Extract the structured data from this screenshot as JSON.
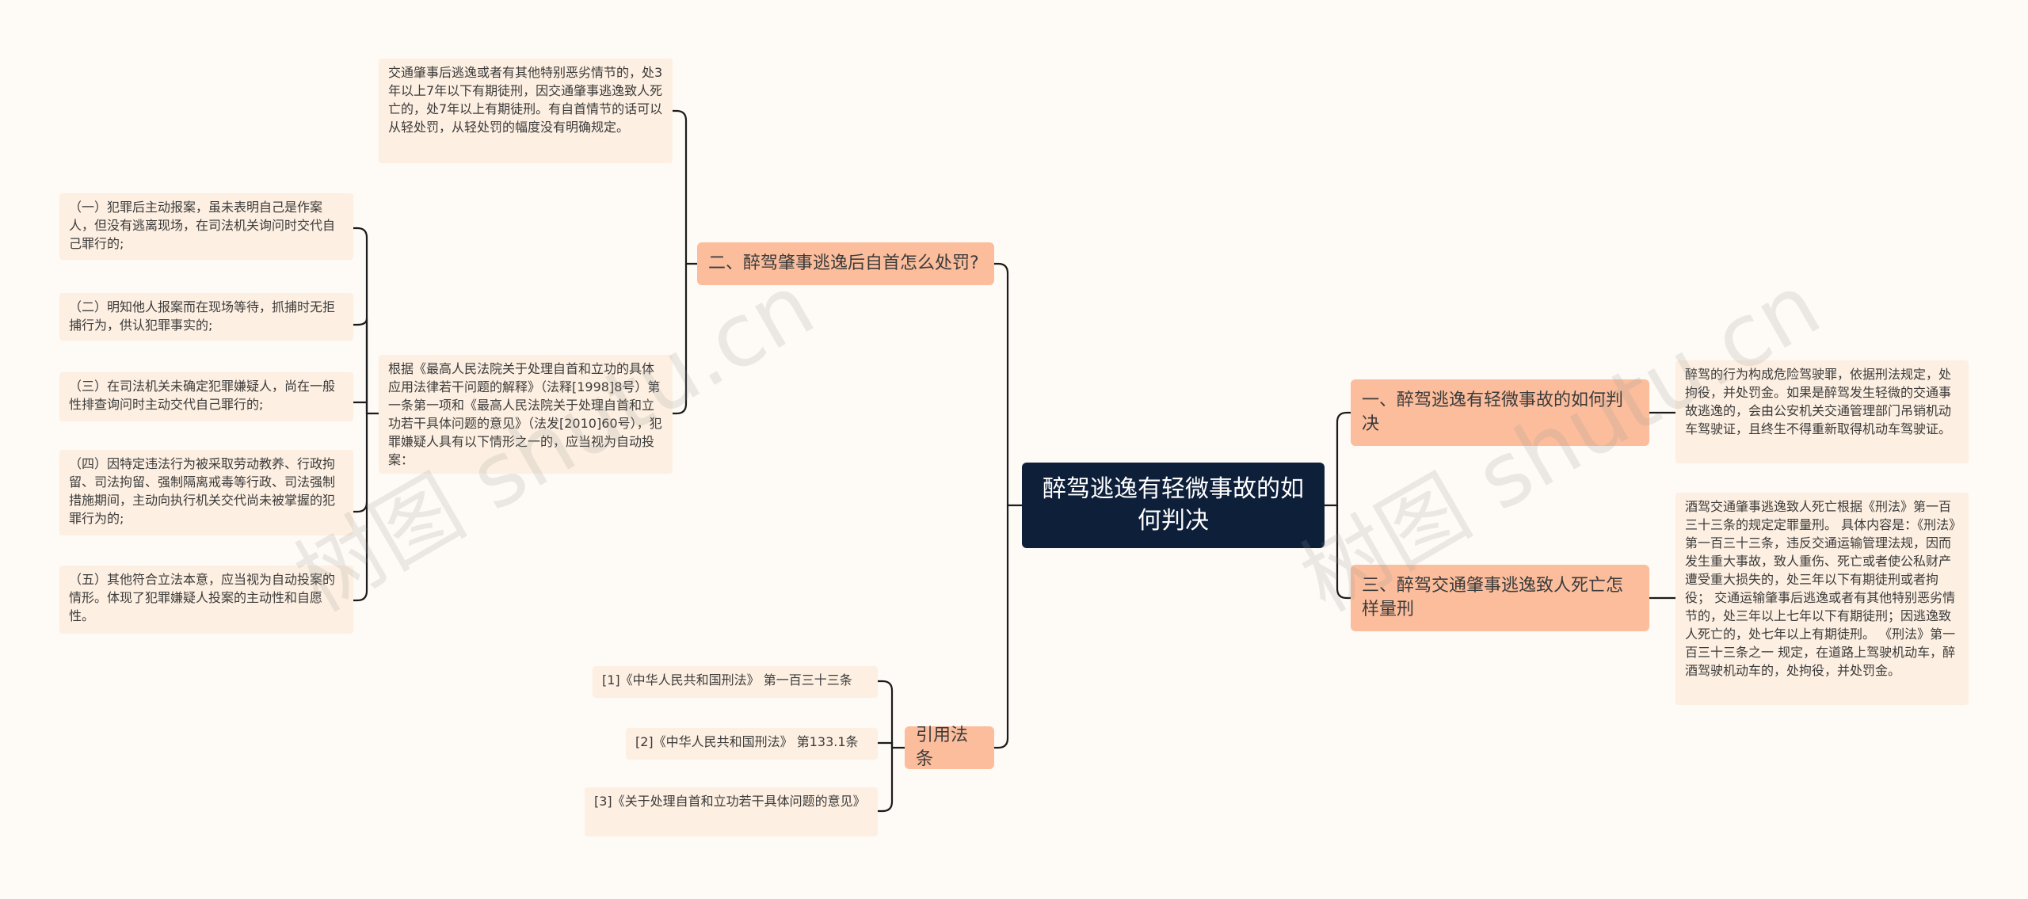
{
  "root": {
    "title": "醉驾逃逸有轻微事故的如何判决"
  },
  "branches": {
    "b1": {
      "title": "一、醉驾逃逸有轻微事故的如何判决",
      "leaf": "醉驾的行为构成危险驾驶罪，依据刑法规定，处拘役，并处罚金。如果是醉驾发生轻微的交通事故逃逸的，会由公安机关交通管理部门吊销机动车驾驶证，且终生不得重新取得机动车驾驶证。"
    },
    "b2": {
      "title": "二、醉驾肇事逃逸后自首怎么处罚?",
      "leaf_top": "交通肇事后逃逸或者有其他特别恶劣情节的，处3年以上7年以下有期徒刑，因交通肇事逃逸致人死亡的，处7年以上有期徒刑。有自首情节的话可以从轻处罚，从轻处罚的幅度没有明确规定。",
      "leaf_mid": "根据《最高人民法院关于处理自首和立功的具体应用法律若干问题的解释》（法释[1998]8号）第一条第一项和《最高人民法院关于处理自首和立功若干具体问题的意见》（法发[2010]60号），犯罪嫌疑人具有以下情形之一的，应当视为自动投案：",
      "sub": [
        "（一）犯罪后主动报案，虽未表明自己是作案人，但没有逃离现场，在司法机关询问时交代自己罪行的;",
        "（二）明知他人报案而在现场等待，抓捕时无拒捕行为，供认犯罪事实的;",
        "（三）在司法机关未确定犯罪嫌疑人，尚在一般性排查询问时主动交代自己罪行的;",
        "（四）因特定违法行为被采取劳动教养、行政拘留、司法拘留、强制隔离戒毒等行政、司法强制措施期间，主动向执行机关交代尚未被掌握的犯罪行为的;",
        "（五）其他符合立法本意，应当视为自动投案的情形。体现了犯罪嫌疑人投案的主动性和自愿性。"
      ]
    },
    "b3": {
      "title": "三、醉驾交通肇事逃逸致人死亡怎样量刑",
      "leaf": "酒驾交通肇事逃逸致人死亡根据《刑法》第一百三十三条的规定定罪量刑。 具体内容是：《刑法》第一百三十三条，违反交通运输管理法规，因而发生重大事故，致人重伤、死亡或者使公私财产遭受重大损失的，处三年以下有期徒刑或者拘役； 交通运输肇事后逃逸或者有其他特别恶劣情节的，处三年以上七年以下有期徒刑；因逃逸致人死亡的，处七年以上有期徒刑。 《刑法》第一百三十三条之一 规定，在道路上驾驶机动车，醉酒驾驶机动车的，处拘役，并处罚金。"
    },
    "b4": {
      "title": "引用法条",
      "refs": [
        "[1]《中华人民共和国刑法》 第一百三十三条",
        "[2]《中华人民共和国刑法》 第133.1条",
        "[3]《关于处理自首和立功若干具体问题的意见》"
      ]
    }
  },
  "watermarks": [
    "树图 shutu.cn",
    "树图 shutu.cn"
  ],
  "colors": {
    "background": "#fefaf6",
    "root": "#0e1f3a",
    "branch": "#fbbd9c",
    "leaf": "#fdefe1",
    "line": "#1b1b1b"
  }
}
